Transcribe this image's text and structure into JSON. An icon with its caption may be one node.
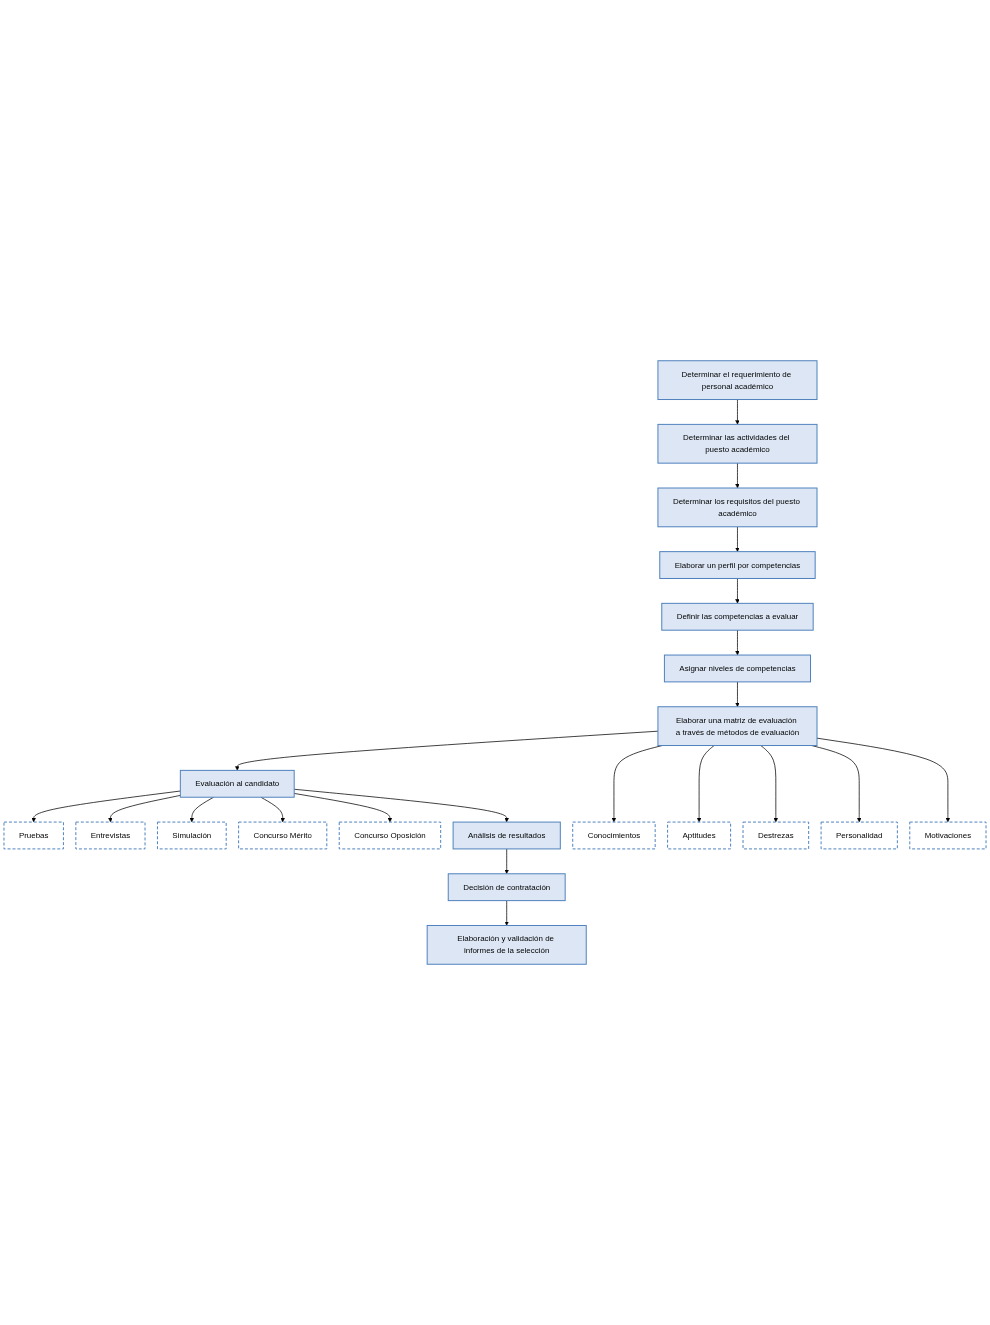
{
  "diagram": {
    "nodes": [
      {
        "text": [
          "Determinar el requerimiento de personal académico"
        ]
      },
      {
        "text": [
          "Determinar las actividades del puesto académico"
        ]
      },
      {
        "text": [
          "Determinar los requisitos del puesto académico"
        ]
      },
      {
        "text": [
          "Elaborar un perfil por competencias"
        ]
      },
      {
        "text": [
          "Definir las competencias a evaluar"
        ]
      },
      {
        "text": [
          "Asignar niveles de competencias"
        ]
      },
      {
        "text": [
          "Elaborar una matriz de evaluación a través de métodos de evaluación"
        ]
      },
      {
        "text": [
          "Evaluación al candidato"
        ]
      },
      {
        "text": [
          "Conocimientos"
        ]
      },
      {
        "text": [
          "Aptitudes"
        ]
      },
      {
        "text": [
          "Destrezas"
        ]
      },
      {
        "text": [
          "Personalidad"
        ]
      },
      {
        "text": [
          "Motivaciones"
        ]
      },
      {
        "text": [
          "Pruebas"
        ]
      },
      {
        "text": [
          "Entrevistas"
        ]
      },
      {
        "text": [
          "Simulación"
        ]
      },
      {
        "text": [
          "Concurso Mérito"
        ]
      },
      {
        "text": [
          "Concurso Oposición"
        ]
      },
      {
        "text": [
          "Análisis de resultados"
        ]
      },
      {
        "text": [
          "Decisión de contratación"
        ]
      },
      {
        "text": [
          "Elaboración y validación de informes de la selección"
        ]
      }
    ],
    "edges": [
      {
        "from": 0,
        "to": 1,
        "arrow": "to"
      },
      {
        "from": 1,
        "to": 2,
        "arrow": "to"
      },
      {
        "from": 2,
        "to": 3,
        "arrow": "to"
      },
      {
        "from": 3,
        "to": 4,
        "arrow": "to"
      },
      {
        "from": 4,
        "to": 5,
        "arrow": "to"
      },
      {
        "from": 5,
        "to": 6,
        "arrow": "to"
      },
      {
        "from": 6,
        "to": 7,
        "arrow": "to"
      },
      {
        "from": 6,
        "to": 8,
        "arrow": "to"
      },
      {
        "from": 6,
        "to": 9,
        "arrow": "to"
      },
      {
        "from": 6,
        "to": 10,
        "arrow": "to"
      },
      {
        "from": 6,
        "to": 11,
        "arrow": "to"
      },
      {
        "from": 6,
        "to": 12,
        "arrow": "to"
      },
      {
        "from": 7,
        "to": 13,
        "arrow": "to"
      },
      {
        "from": 7,
        "to": 14,
        "arrow": "to"
      },
      {
        "from": 7,
        "to": 15,
        "arrow": "to"
      },
      {
        "from": 7,
        "to": 16,
        "arrow": "to"
      },
      {
        "from": 7,
        "to": 17,
        "arrow": "to"
      },
      {
        "from": 7,
        "to": 18,
        "arrow": "to"
      },
      {
        "from": 18,
        "to": 19,
        "arrow": "to"
      },
      {
        "from": 19,
        "to": 20,
        "arrow": "to"
      }
    ]
  }
}
